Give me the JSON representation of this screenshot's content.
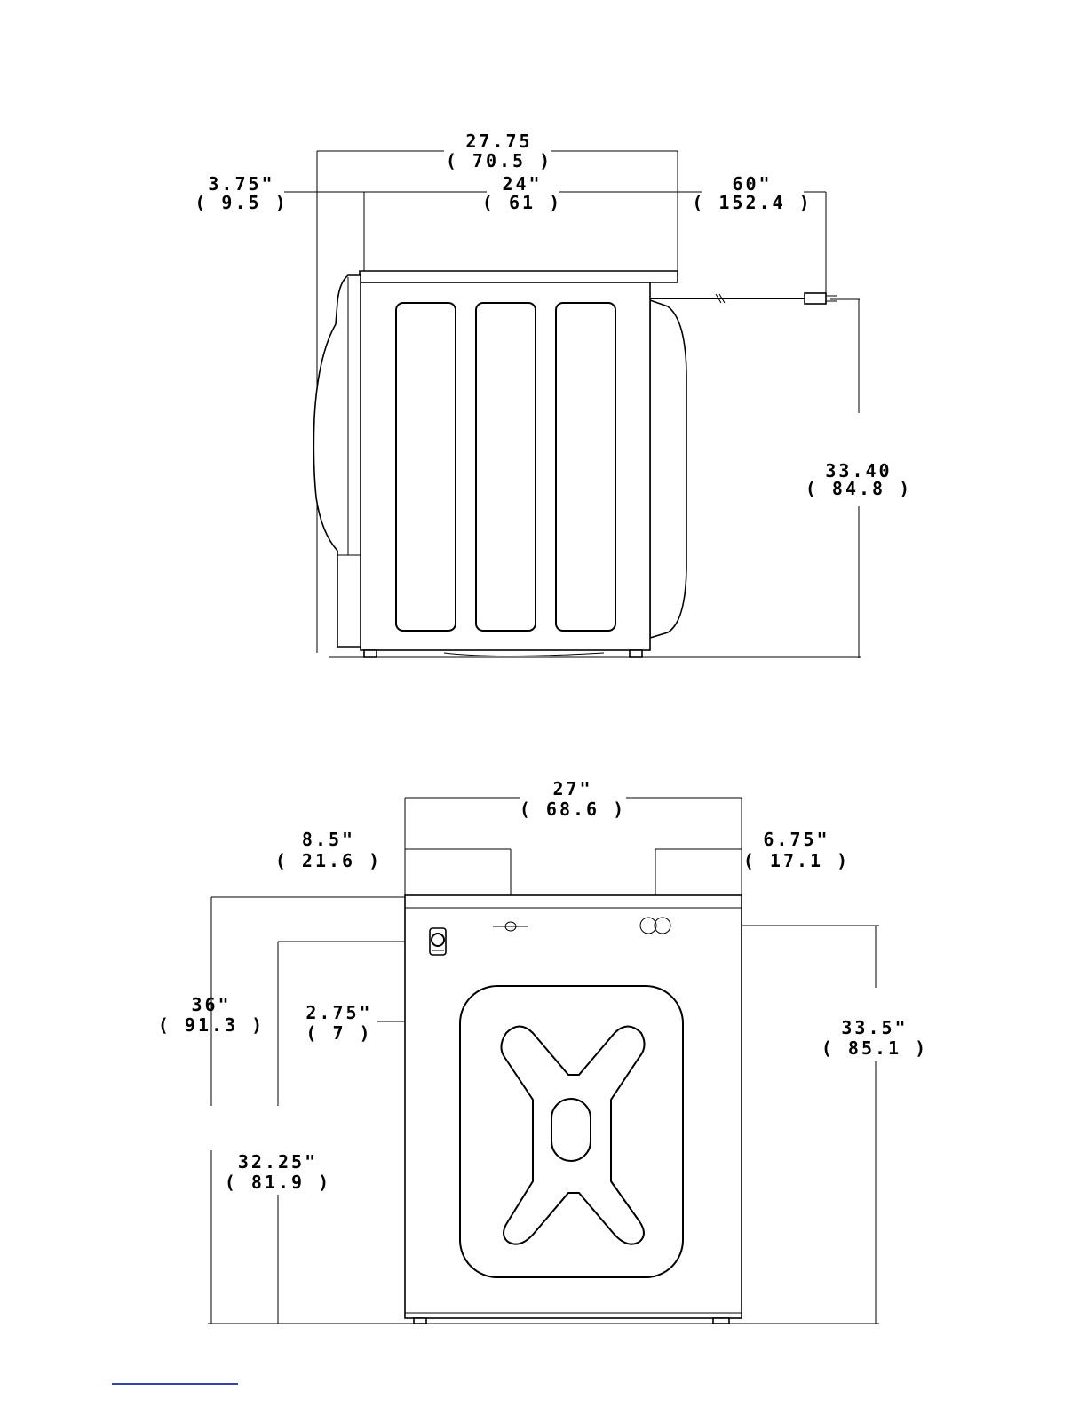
{
  "side_view": {
    "overall_depth": {
      "in": "27.75",
      "cm": "( 70.5 )"
    },
    "door_depth": {
      "in": "3.75\"",
      "cm": "( 9.5 )"
    },
    "cabinet_depth": {
      "in": "24\"",
      "cm": "( 61 )"
    },
    "cord_length": {
      "in": "60\"",
      "cm": "( 152.4 )"
    },
    "height": {
      "in": "33.40",
      "cm": "( 84.8 )"
    }
  },
  "rear_view": {
    "width": {
      "in": "27\"",
      "cm": "( 68.6 )"
    },
    "left_offset": {
      "in": "8.5\"",
      "cm": "( 21.6 )"
    },
    "right_offset": {
      "in": "6.75\"",
      "cm": "( 17.1 )"
    },
    "total_height": {
      "in": "36\"",
      "cm": "( 91.3 )"
    },
    "valve_offset": {
      "in": "2.75\"",
      "cm": "( 7 )"
    },
    "right_height": {
      "in": "33.5\"",
      "cm": "( 85.1 )"
    },
    "inlet_height": {
      "in": "32.25\"",
      "cm": "( 81.9 )"
    }
  }
}
